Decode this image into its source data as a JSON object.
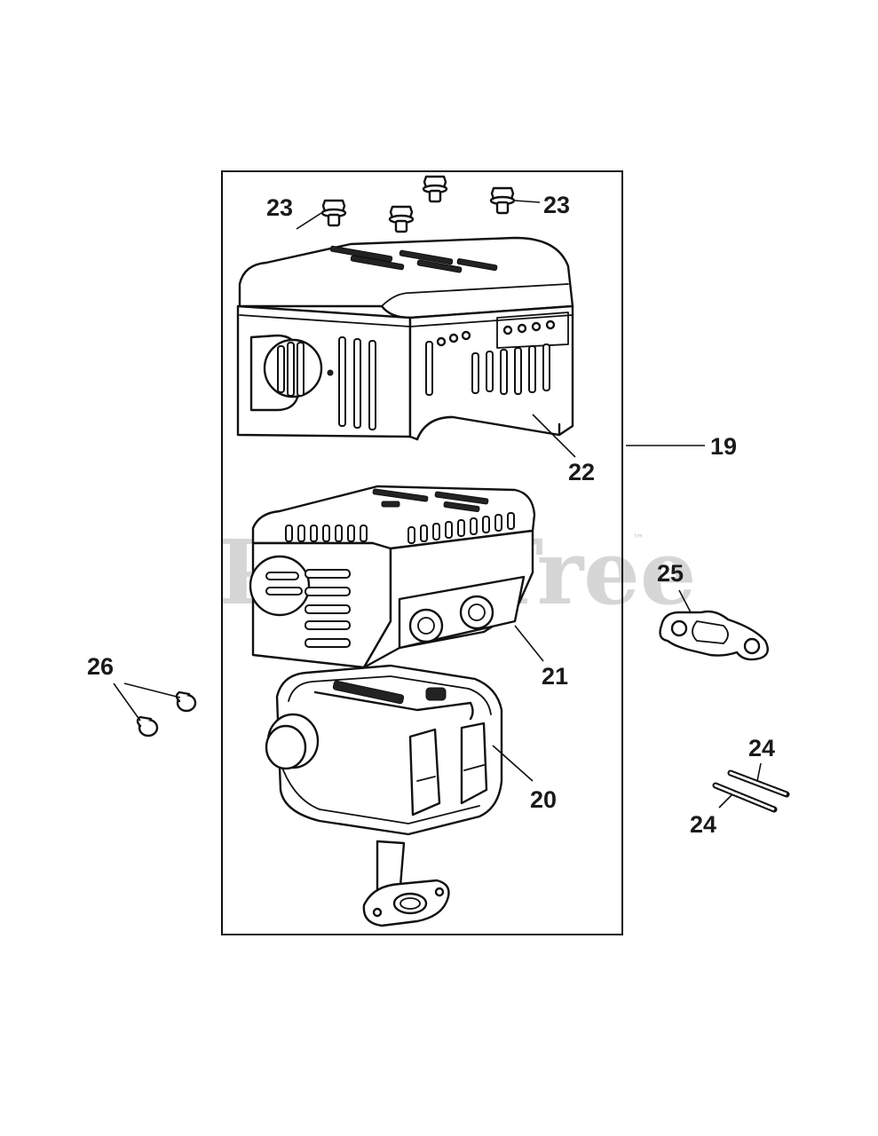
{
  "watermark": {
    "text": "PartsTree",
    "trademark": "™"
  },
  "callouts": {
    "c19": "19",
    "c20": "20",
    "c21": "21",
    "c22": "22",
    "c23a": "23",
    "c23b": "23",
    "c24a": "24",
    "c24b": "24",
    "c25": "25",
    "c26": "26"
  }
}
